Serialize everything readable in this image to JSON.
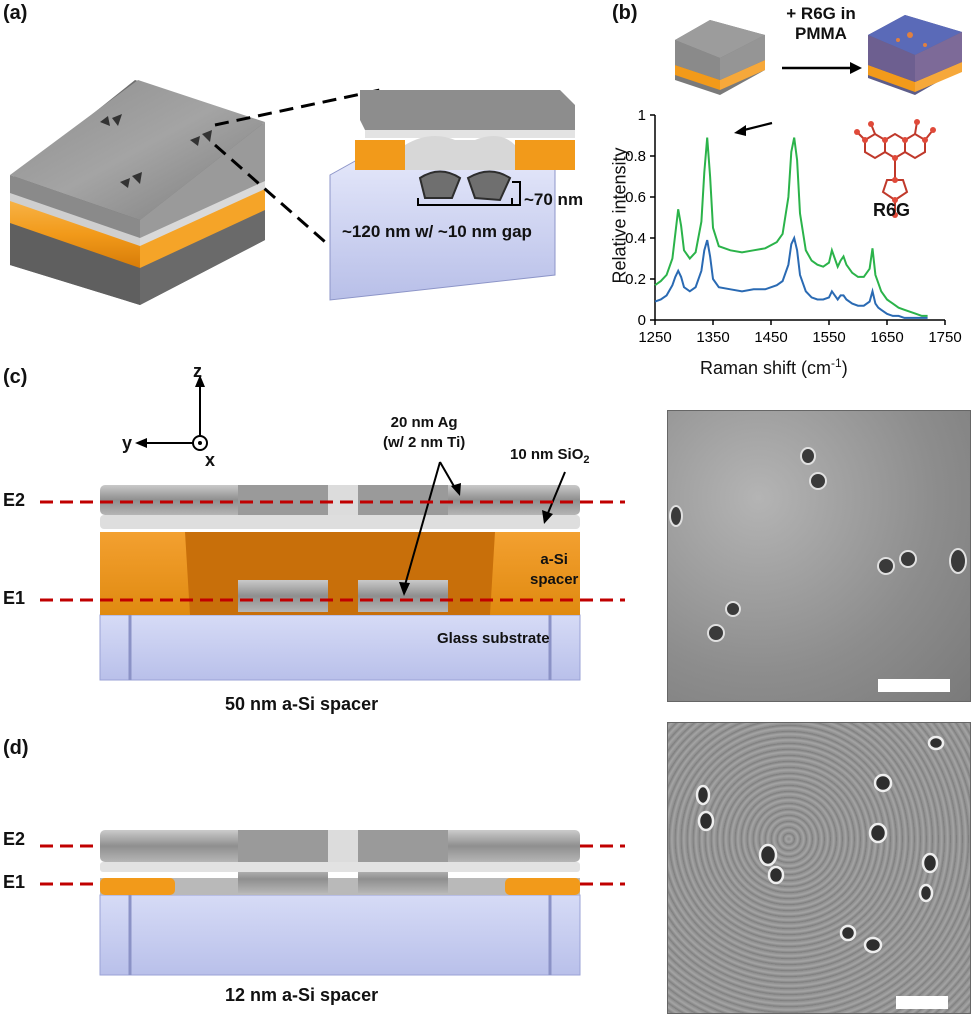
{
  "panels": {
    "a": {
      "label": "(a)",
      "dim_width": "~120 nm w/ ~10 nm gap",
      "dim_height": "~70 nm"
    },
    "b": {
      "label": "(b)",
      "process_label": "+ R6G in PMMA",
      "molecule_label": "R6G"
    },
    "c": {
      "label": "(c)",
      "axis_z": "z",
      "axis_y": "y",
      "axis_x": "x",
      "ag_label_line1": "20 nm Ag",
      "ag_label_line2": "(w/ 2 nm Ti)",
      "sio2_label": "10 nm SiO",
      "sio2_sub": "2",
      "asi_line1": "a-Si",
      "asi_line2": "spacer",
      "glass_label": "Glass substrate",
      "e2": "E2",
      "e1": "E1",
      "caption": "50 nm a-Si spacer"
    },
    "d": {
      "label": "(d)",
      "e2": "E2",
      "e1": "E1",
      "caption": "12 nm a-Si spacer"
    }
  },
  "colors": {
    "orange": "#f29a1a",
    "silver": "#a8a8a8",
    "glass": "#c7cdf0",
    "red_dashed": "#c00000",
    "green_series": "#2bb34a",
    "blue_series": "#2a6ab3"
  },
  "chart_data": {
    "type": "line",
    "xlabel": "Raman shift (cm",
    "xlabel_sup": "-1",
    "xlabel_end": ")",
    "ylabel": "Relative intensity",
    "xlim": [
      1250,
      1750
    ],
    "ylim": [
      0,
      1
    ],
    "xticks": [
      1250,
      1350,
      1450,
      1550,
      1650,
      1750
    ],
    "yticks": [
      0,
      0.2,
      0.4,
      0.6,
      0.8,
      1
    ],
    "ytick_labels": [
      "0",
      "0.2",
      "0.4",
      "0.6",
      "0.8",
      "1"
    ],
    "legend": "none",
    "series": [
      {
        "color": "#2bb34a",
        "x": [
          1250,
          1260,
          1270,
          1280,
          1285,
          1290,
          1295,
          1300,
          1310,
          1320,
          1330,
          1335,
          1340,
          1345,
          1350,
          1360,
          1380,
          1400,
          1420,
          1440,
          1460,
          1470,
          1480,
          1485,
          1490,
          1495,
          1500,
          1510,
          1520,
          1530,
          1540,
          1550,
          1555,
          1560,
          1565,
          1570,
          1575,
          1580,
          1590,
          1600,
          1610,
          1620,
          1625,
          1630,
          1635,
          1640,
          1650,
          1660,
          1670,
          1680,
          1690,
          1700,
          1710,
          1720
        ],
        "y": [
          0.17,
          0.19,
          0.22,
          0.3,
          0.42,
          0.54,
          0.46,
          0.34,
          0.3,
          0.33,
          0.48,
          0.72,
          0.89,
          0.7,
          0.45,
          0.36,
          0.34,
          0.33,
          0.34,
          0.35,
          0.38,
          0.42,
          0.6,
          0.82,
          0.89,
          0.78,
          0.52,
          0.34,
          0.29,
          0.27,
          0.26,
          0.28,
          0.34,
          0.3,
          0.26,
          0.29,
          0.31,
          0.27,
          0.23,
          0.21,
          0.21,
          0.25,
          0.35,
          0.22,
          0.18,
          0.14,
          0.1,
          0.08,
          0.06,
          0.05,
          0.04,
          0.03,
          0.02,
          0.02
        ]
      },
      {
        "color": "#2a6ab3",
        "x": [
          1250,
          1260,
          1270,
          1280,
          1285,
          1290,
          1295,
          1300,
          1310,
          1320,
          1330,
          1335,
          1340,
          1345,
          1350,
          1360,
          1380,
          1400,
          1420,
          1440,
          1460,
          1470,
          1480,
          1485,
          1490,
          1495,
          1500,
          1510,
          1520,
          1530,
          1540,
          1550,
          1555,
          1560,
          1565,
          1570,
          1575,
          1580,
          1590,
          1600,
          1610,
          1620,
          1625,
          1630,
          1635,
          1640,
          1650,
          1660,
          1670,
          1680,
          1690,
          1700,
          1710,
          1720
        ],
        "y": [
          0.09,
          0.1,
          0.12,
          0.17,
          0.21,
          0.24,
          0.21,
          0.16,
          0.14,
          0.16,
          0.24,
          0.34,
          0.39,
          0.31,
          0.2,
          0.16,
          0.15,
          0.14,
          0.15,
          0.15,
          0.17,
          0.19,
          0.27,
          0.37,
          0.4,
          0.34,
          0.22,
          0.14,
          0.11,
          0.1,
          0.1,
          0.11,
          0.14,
          0.12,
          0.1,
          0.12,
          0.12,
          0.1,
          0.08,
          0.07,
          0.07,
          0.09,
          0.14,
          0.08,
          0.06,
          0.05,
          0.03,
          0.02,
          0.02,
          0.01,
          0.01,
          0.01,
          0.01,
          0.01
        ]
      }
    ]
  }
}
